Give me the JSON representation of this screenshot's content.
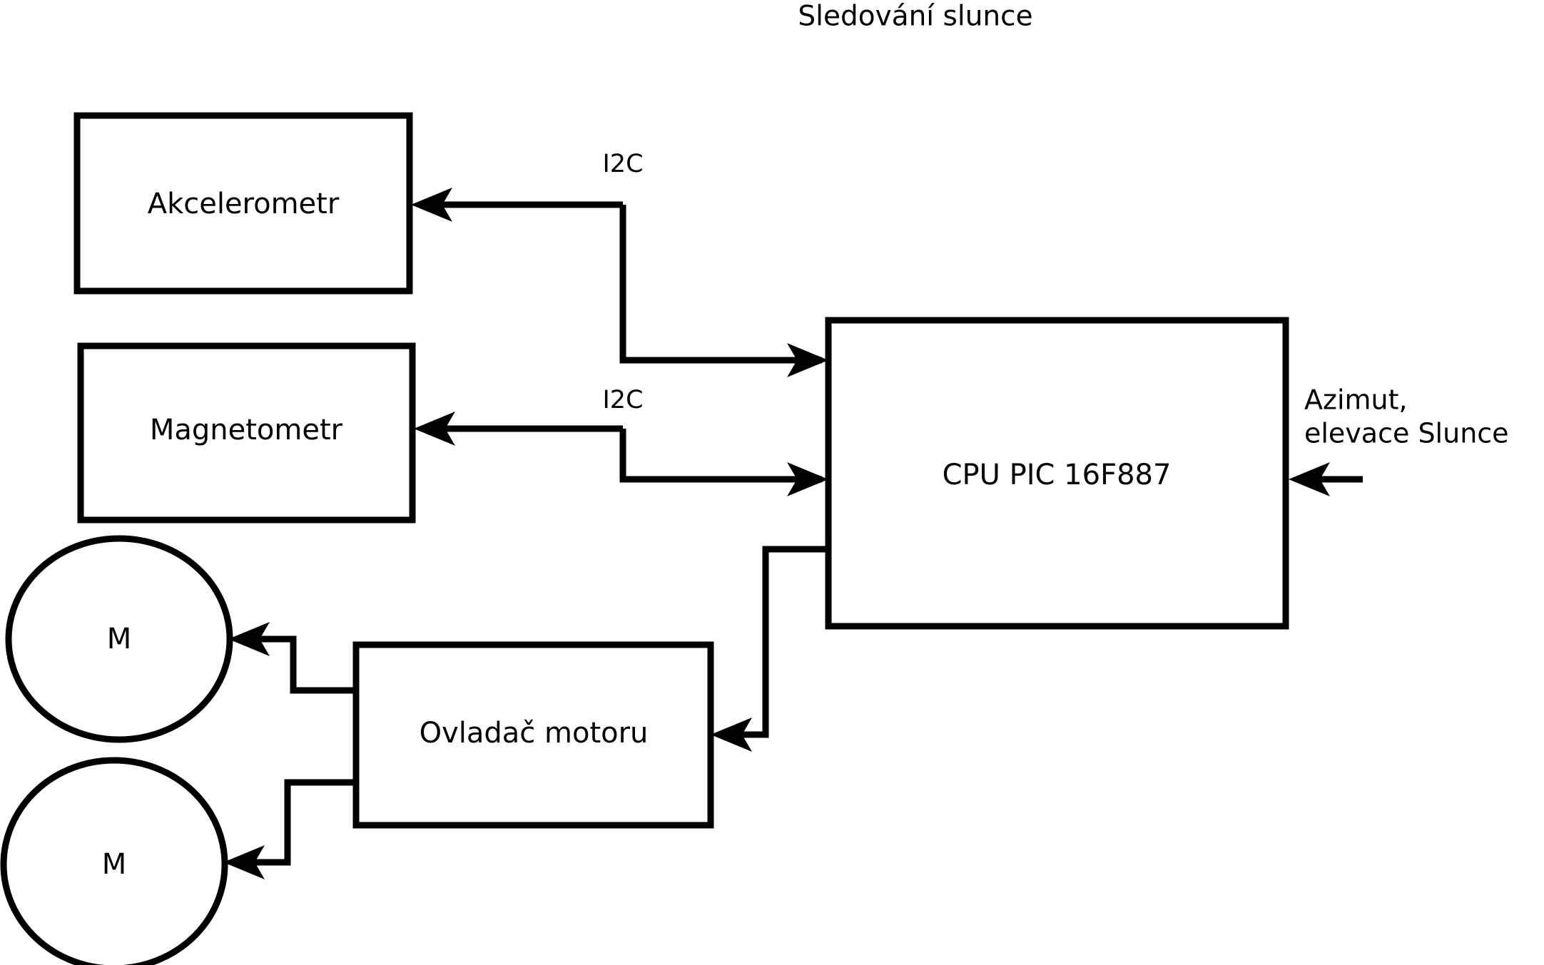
{
  "title": "Sledování slunce",
  "diagram": {
    "type": "block-diagram",
    "nodes": [
      {
        "id": "akcelerometr",
        "label": "Akcelerometr",
        "shape": "rectangle"
      },
      {
        "id": "magnetometr",
        "label": "Magnetometr",
        "shape": "rectangle"
      },
      {
        "id": "cpu",
        "label": "CPU PIC 16F887",
        "shape": "rectangle"
      },
      {
        "id": "ovladac",
        "label": "Ovladač motoru",
        "shape": "rectangle"
      },
      {
        "id": "motor1",
        "label": "M",
        "shape": "circle"
      },
      {
        "id": "motor2",
        "label": "M",
        "shape": "circle"
      }
    ],
    "edges": [
      {
        "id": "cpu-to-akcelerometr",
        "from": "cpu",
        "to": "akcelerometr",
        "label": "I2C"
      },
      {
        "id": "akcelerometr-to-cpu",
        "from": "akcelerometr",
        "to": "cpu",
        "label": ""
      },
      {
        "id": "cpu-to-magnetometr",
        "from": "cpu",
        "to": "magnetometr",
        "label": "I2C"
      },
      {
        "id": "magnetometr-to-cpu",
        "from": "magnetometr",
        "to": "cpu",
        "label": ""
      },
      {
        "id": "cpu-to-ovladac",
        "from": "cpu",
        "to": "ovladac",
        "label": ""
      },
      {
        "id": "ovladac-to-motor1",
        "from": "ovladac",
        "to": "motor1",
        "label": ""
      },
      {
        "id": "ovladac-to-motor2",
        "from": "ovladac",
        "to": "motor2",
        "label": ""
      }
    ],
    "external_inputs": [
      {
        "id": "azimut-elevace",
        "target": "cpu",
        "line1": "Azimut,",
        "line2": "elevace Slunce"
      }
    ],
    "colors": {
      "stroke": "#000000",
      "fill": "#ffffff",
      "text": "#000000",
      "background": "#ffffff"
    }
  }
}
